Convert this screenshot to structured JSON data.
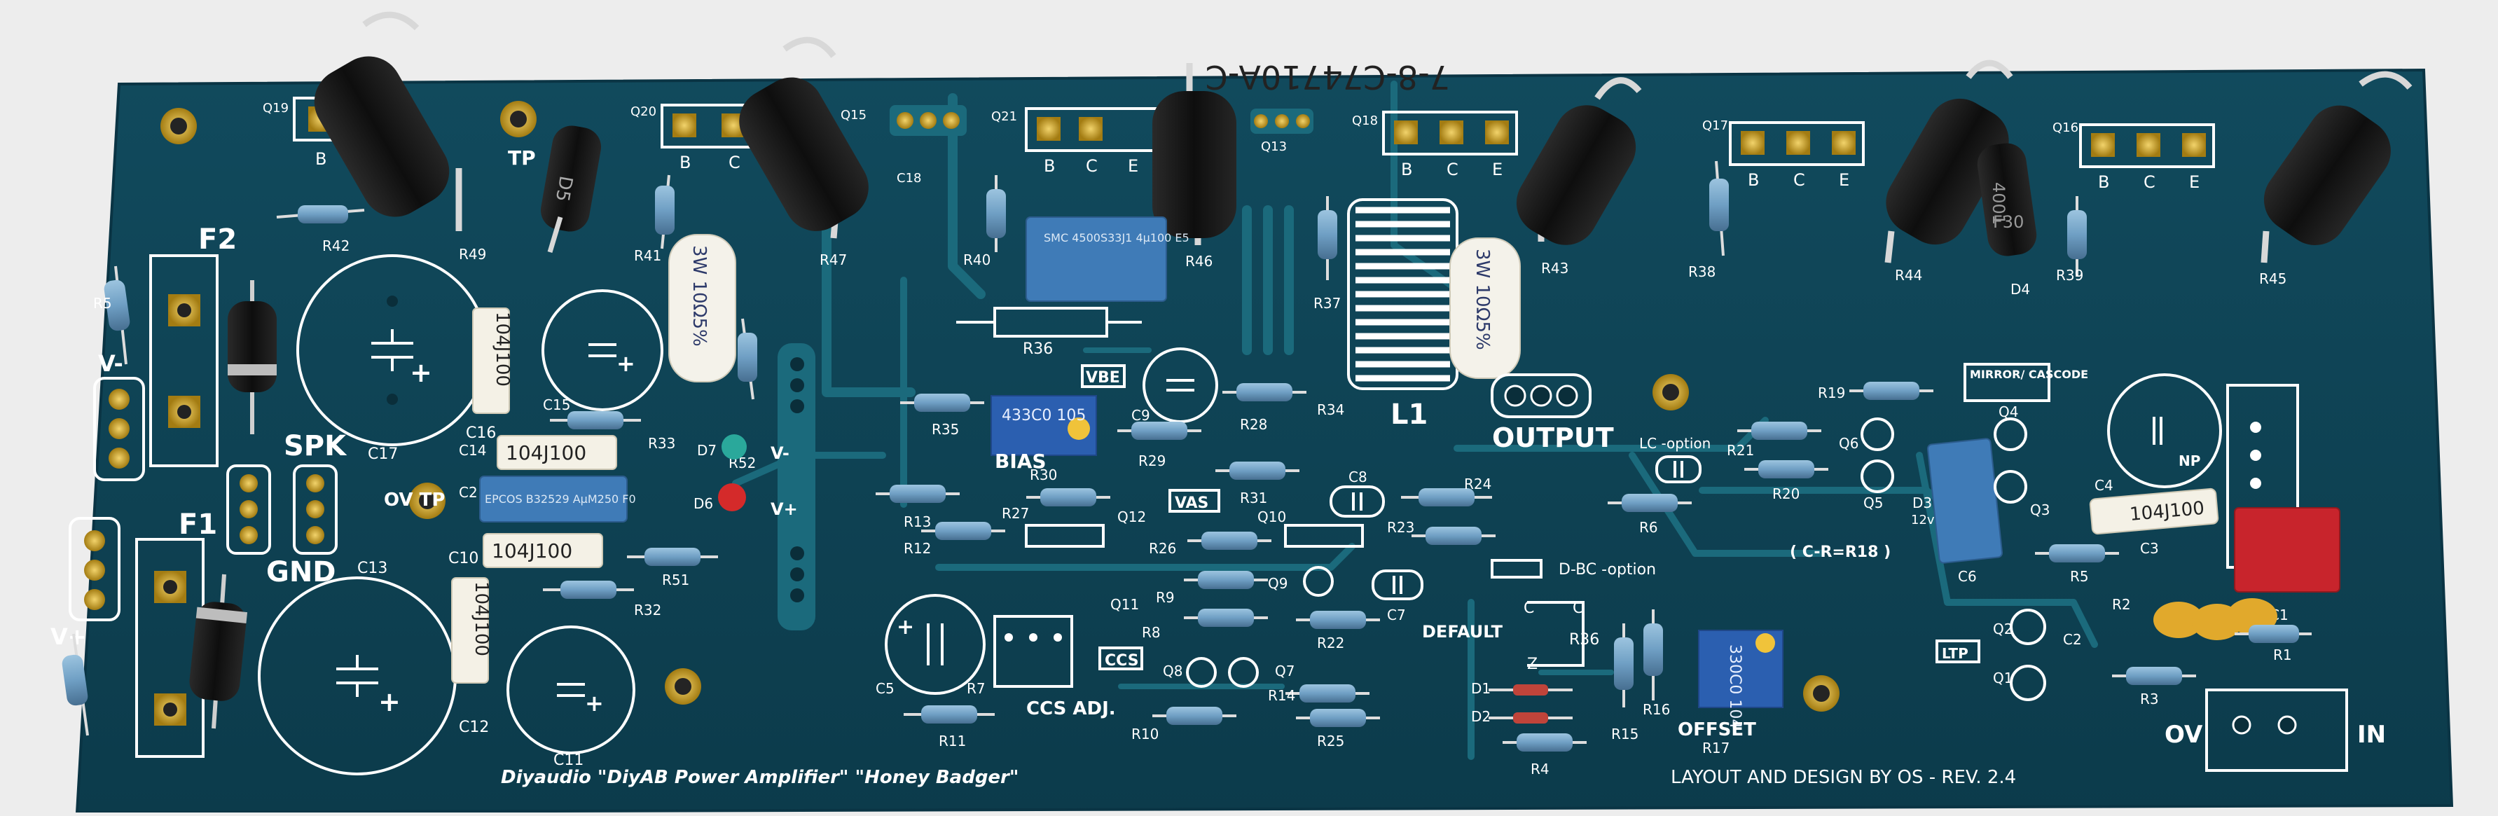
{
  "colors": {
    "background": "#ededed",
    "board": "#0f4456",
    "board_edge": "#0a3444",
    "trace": "#1b6a7c",
    "silk": "#ffffff",
    "pad_gold": "#c9a227",
    "resistor_blue": "#6f9fc4",
    "transistor_black": "#181818",
    "cap_red": "#c8242c",
    "cap_yellow": "#e1a92c"
  },
  "sticker": "7-8-C74710A-C",
  "board": {
    "credit_left": "Diyaudio \"DiyAB Power Amplifier\"  \"Honey Badger\"",
    "credit_right": "LAYOUT AND DESIGN BY OS  -  REV. 2.4",
    "output": "OUTPUT",
    "inductor": "L1",
    "spk": "SPK",
    "gnd": "GND",
    "ov_tp": "OV TP",
    "ov": "OV",
    "in": "IN",
    "bias": "BIAS",
    "vbe": "VBE",
    "vas": "VAS",
    "ccs": "CCS",
    "ccs_adj": "CCS ADJ.",
    "offset": "OFFSET",
    "default": "DEFAULT",
    "ltp": "LTP",
    "mirror_cascode": "MIRROR/ CASCODE",
    "lc_option": "LC -option",
    "dbc_option": "D-BC -option",
    "c_r_r18": "( C-R=R18 )",
    "f1": "F1",
    "f2": "F2",
    "v_plus": "V+",
    "v_minus": "V-",
    "np": "NP",
    "zener": "12v"
  },
  "labels": {
    "r36": "R36",
    "r30": "R30",
    "r17": "R17",
    "r42": "R42",
    "r49": "R49",
    "r47": "R47",
    "r46": "R46",
    "r43": "R43",
    "r44": "R44",
    "r45": "R45",
    "r41": "R41",
    "r40": "R40",
    "r37": "R37",
    "r38": "R38",
    "r39": "R39",
    "r35": "R35",
    "r29": "R29",
    "r28": "R28",
    "r34": "R34",
    "r33": "R33",
    "r13": "R13",
    "r12": "R12",
    "r27": "R27",
    "r31": "R31",
    "r26": "R26",
    "r24": "R24",
    "r23": "R23",
    "r52": "R52",
    "r51": "R51",
    "r32": "R32",
    "r11": "R11",
    "r7": "R7",
    "r9": "R9",
    "r8": "R8",
    "r10": "R10",
    "r14": "R14",
    "r22": "R22",
    "r25": "R25",
    "r15": "R15",
    "r16": "R16",
    "r4": "R4",
    "r6": "R6",
    "r19": "R19",
    "r21": "R21",
    "r20": "R20",
    "r5": "R5",
    "r2": "R2",
    "r1": "R1",
    "r3": "R3",
    "c17": "C17",
    "c16": "C16",
    "c13": "C13",
    "c11": "C11",
    "c12": "C12",
    "c15": "C15",
    "c14": "C14",
    "c2x": "C2",
    "c10": "C10",
    "c18": "C18",
    "c9": "C9",
    "c8": "C8",
    "c7": "C7",
    "c5": "C5",
    "c6": "C6",
    "c4": "C4",
    "c3": "C3",
    "c1": "C1",
    "c2": "C2",
    "q19": "Q19",
    "q20": "Q20",
    "q15": "Q15",
    "q21": "Q21",
    "q13": "Q13",
    "q18": "Q18",
    "q17": "Q17",
    "q16": "Q16",
    "q12": "Q12",
    "q10": "Q10",
    "q11": "Q11",
    "q9": "Q9",
    "q8": "Q8",
    "q7": "Q7",
    "q6": "Q6",
    "q5": "Q5",
    "q4": "Q4",
    "q3": "Q3",
    "q2": "Q2",
    "q1": "Q1",
    "d7": "D7",
    "d6": "D6",
    "d1": "D1",
    "d2": "D2",
    "d3": "D3",
    "d4": "D4",
    "d5": "D5",
    "tp": "TP",
    "b": "B",
    "c": "C",
    "e": "E",
    "z": "Z"
  },
  "parts": {
    "cap_104j100": "104J100",
    "film_cap_1": "104J100",
    "film_cap_2": "104J100",
    "res_3w_1": "3W 10Ω5%",
    "res_3w_2": "3W 10Ω5%",
    "trim_bias": "433C0 105",
    "trim_offset": "330C0 104",
    "box_cap_1": "SMC 4500S33J1 4μ100 E5",
    "box_cap_2": "EPCOS B32529 AμM250 F0",
    "transistor_mark_1": "4001",
    "transistor_mark_2": "F30"
  }
}
